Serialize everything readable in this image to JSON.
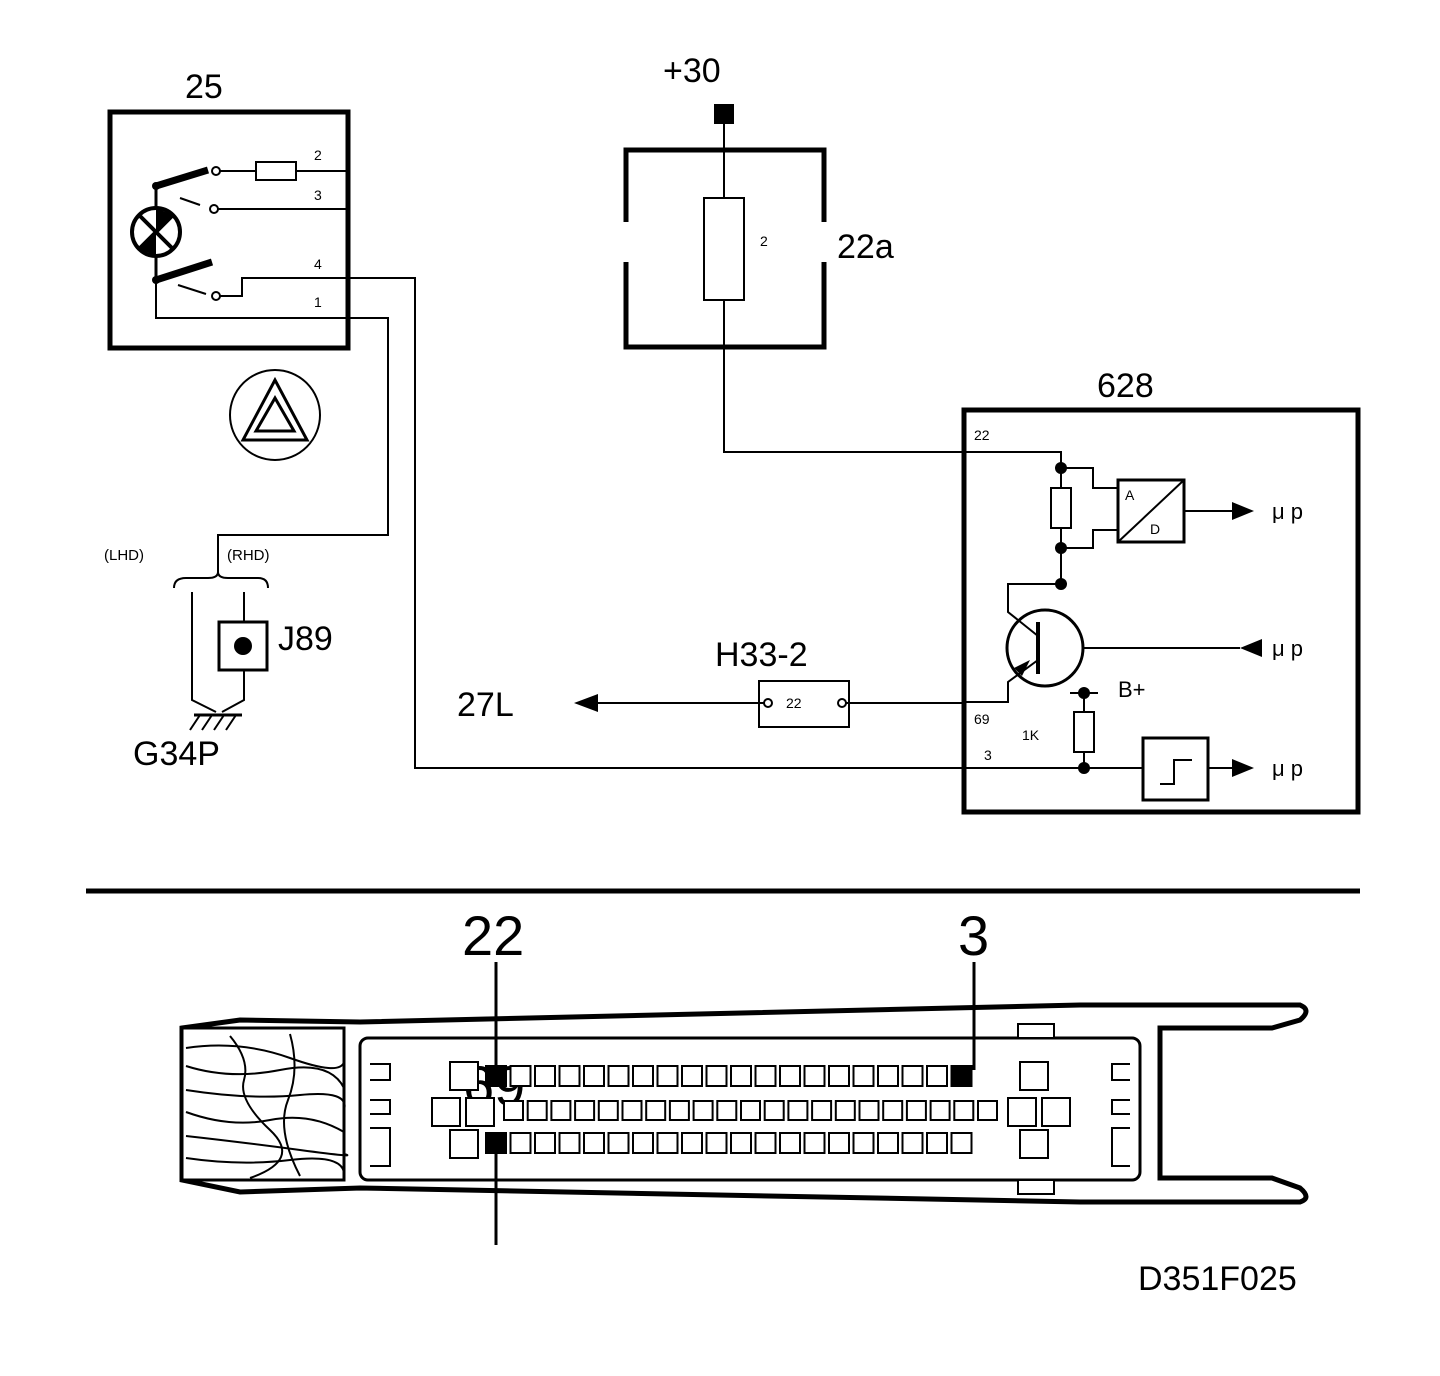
{
  "labels": {
    "switch_ref": "25",
    "battery": "+30",
    "fuse_box_ref": "22a",
    "fuse_number": "2",
    "ecu_ref": "628",
    "connector_ref": "H33-2",
    "connector_pin": "22",
    "destination": "27L",
    "lhd": "(LHD)",
    "rhd": "(RHD)",
    "junction_ref": "J89",
    "ground_ref": "G34P",
    "b_plus": "B+",
    "resistor_1k": "1K",
    "adc_a": "A",
    "adc_d": "D",
    "mu_p": "μ p",
    "figure_code": "D351F025"
  },
  "switch_pins": [
    "2",
    "3",
    "4",
    "1"
  ],
  "ecu_pins": [
    "22",
    "69",
    "3"
  ],
  "ecu_connector_callouts": {
    "top_left": "22",
    "top_right": "3",
    "bottom_left": "69"
  }
}
